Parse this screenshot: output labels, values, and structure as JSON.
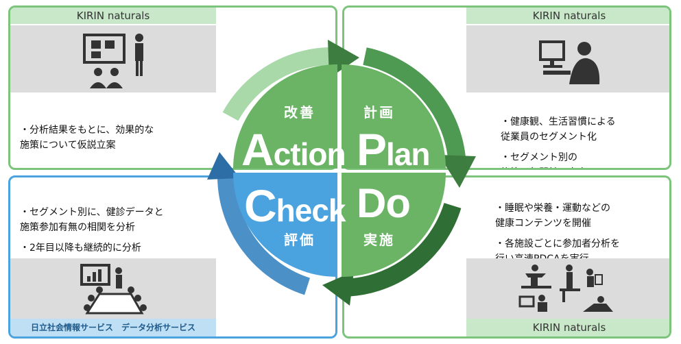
{
  "brand": "KIRIN naturals",
  "partner": "日立社会情報サービス　データ分析サービス",
  "colors": {
    "green": "#7cc47c",
    "dark_green": "#3d7d3f",
    "blue": "#4aa3df",
    "plan_green": "#6bb466"
  },
  "icons": {
    "top_left": "presentation-board-icon",
    "top_right": "computer-user-icon",
    "bottom_left": "meeting-chart-icon",
    "bottom_right": "fitness-icons"
  },
  "quadrants": {
    "action": {
      "jp": "改善",
      "en_cap": "A",
      "en_rest": "ction"
    },
    "plan": {
      "jp": "計画",
      "en_cap": "P",
      "en_rest": "lan"
    },
    "check": {
      "jp": "評価",
      "en_cap": "C",
      "en_rest": "heck"
    },
    "do": {
      "jp": "実施",
      "en": "Do"
    }
  },
  "panels": {
    "action": {
      "bullets": [
        "分析結果をもとに、効果的な\n施策について仮説立案"
      ]
    },
    "plan": {
      "bullets": [
        "健康観、生活習慣による\n従業員のセグメント化",
        "セグメント別の\n施策・年間計画立案"
      ]
    },
    "check": {
      "bullets": [
        "セグメント別に、健診データと\n施策参加有無の相関を分析",
        "2年目以降も継続的に分析"
      ]
    },
    "do": {
      "bullets": [
        "睡眠や栄養・運動などの\n健康コンテンツを開催",
        "各施設ごとに参加者分析を\n行い高速PDCAを実行"
      ]
    }
  }
}
